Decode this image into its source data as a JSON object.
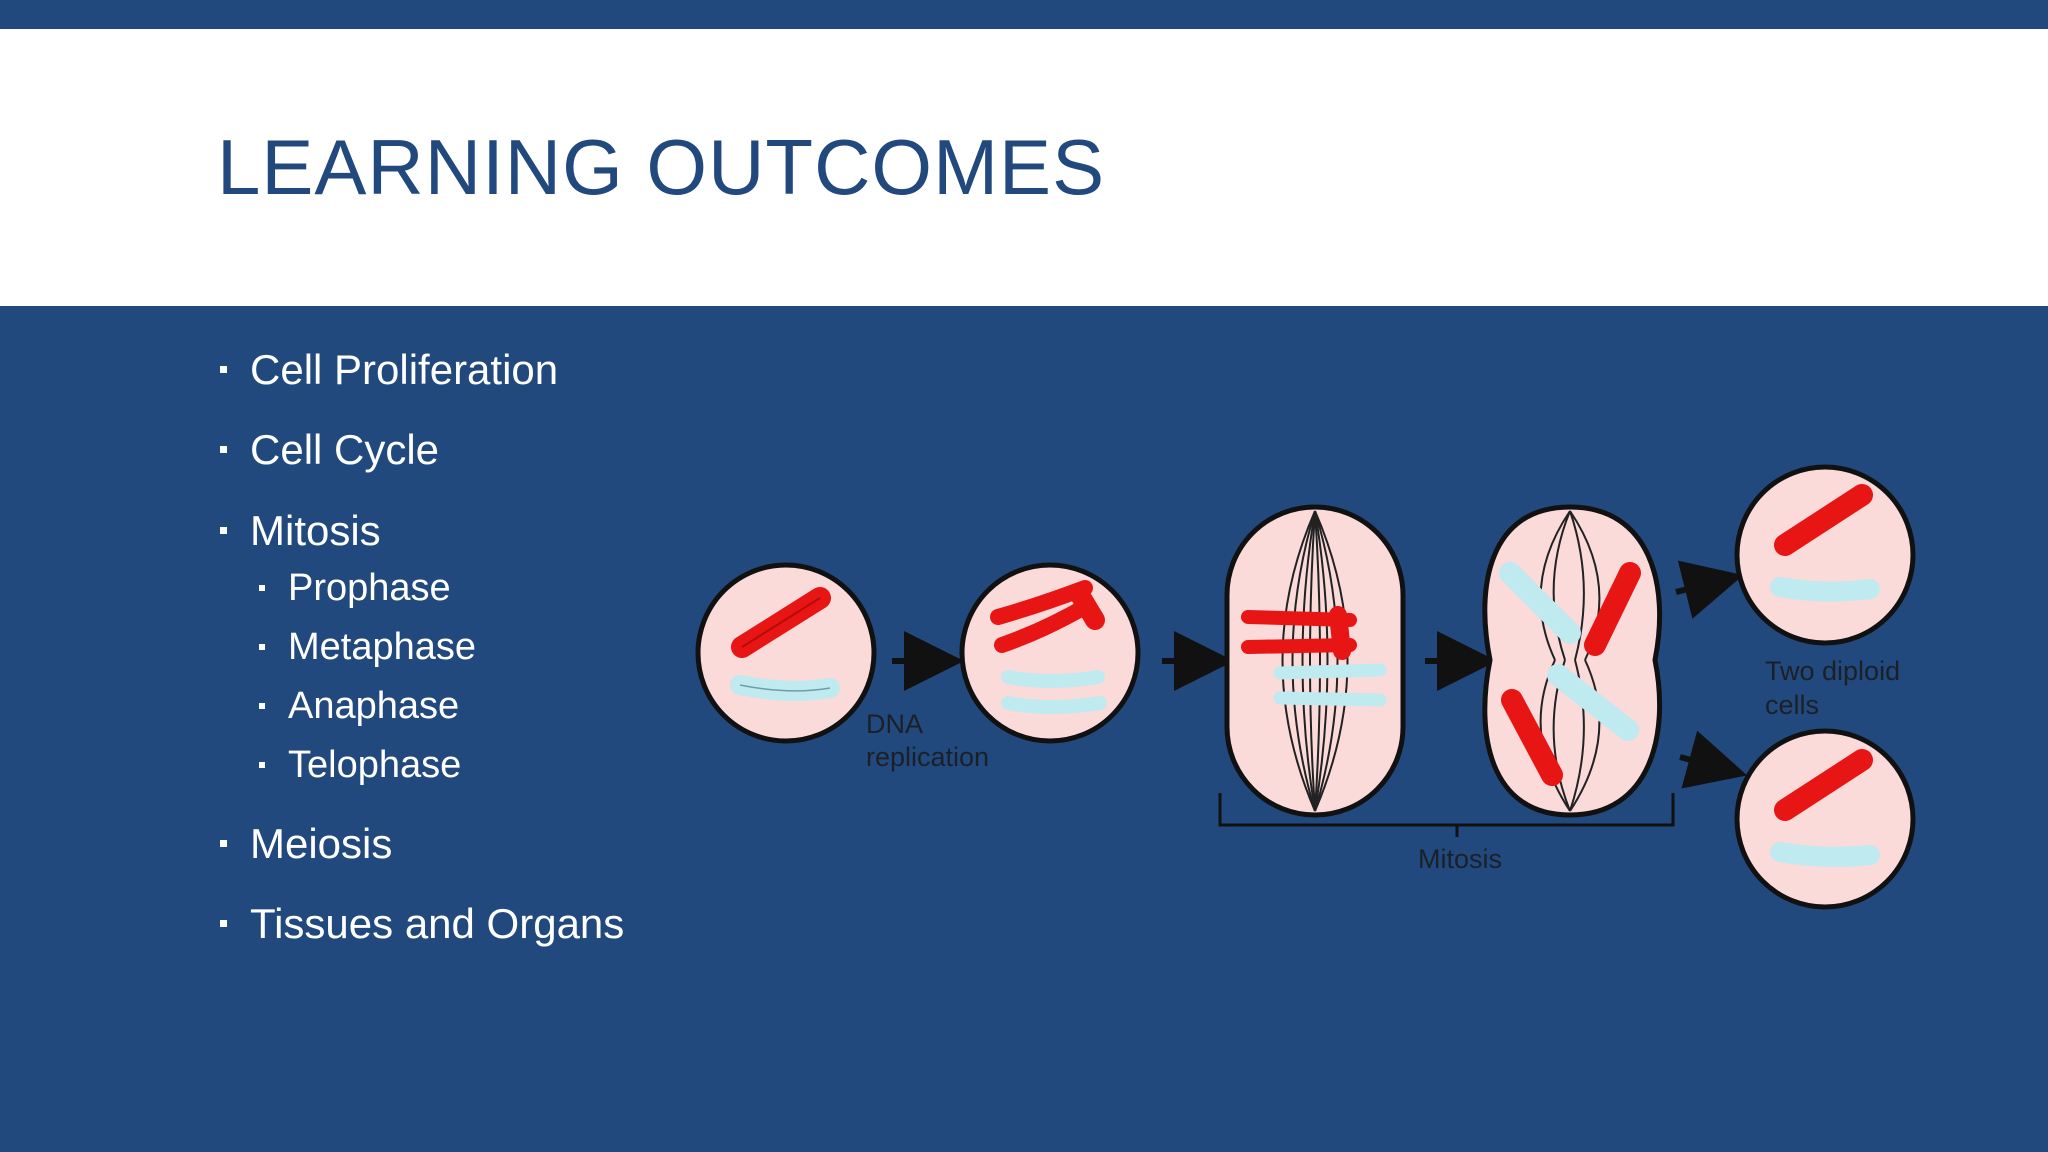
{
  "slide": {
    "title": "LEARNING OUTCOMES",
    "bullets": [
      {
        "label": "Cell Proliferation",
        "level": 1
      },
      {
        "label": "Cell Cycle",
        "level": 1
      },
      {
        "label": "Mitosis",
        "level": 1
      },
      {
        "label": "Prophase",
        "level": 2
      },
      {
        "label": "Metaphase",
        "level": 2
      },
      {
        "label": "Anaphase",
        "level": 2
      },
      {
        "label": "Telophase",
        "level": 2
      },
      {
        "label": "Meiosis",
        "level": 1
      },
      {
        "label": "Tissues and Organs",
        "level": 1
      }
    ]
  },
  "diagram": {
    "labels": {
      "dna_line1": "DNA",
      "dna_line2": "replication",
      "two_diploid_line1": "Two diploid",
      "two_diploid_line2": "cells",
      "mitosis": "Mitosis"
    },
    "colors": {
      "cell_fill": "#fbdada",
      "red_chromosome": "#e81515",
      "blue_chromosome": "#bfeaef",
      "outline": "#111111"
    }
  }
}
